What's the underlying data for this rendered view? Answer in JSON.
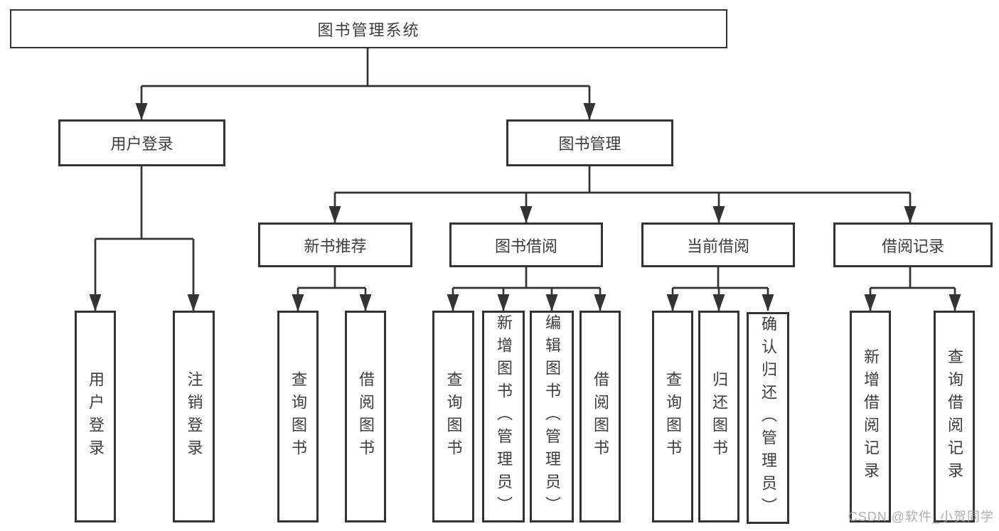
{
  "tree": {
    "label": "图书管理系统",
    "children": [
      {
        "label": "用户登录",
        "children": [
          {
            "label": "用户登录"
          },
          {
            "label": "注销登录"
          }
        ]
      },
      {
        "label": "图书管理",
        "children": [
          {
            "label": "新书推荐",
            "children": [
              {
                "label": "查询图书"
              },
              {
                "label": "借阅图书"
              }
            ]
          },
          {
            "label": "图书借阅",
            "children": [
              {
                "label": "查询图书"
              },
              {
                "label": "新增图书（管理员）"
              },
              {
                "label": "编辑图书（管理员）"
              },
              {
                "label": "借阅图书"
              }
            ]
          },
          {
            "label": "当前借阅",
            "children": [
              {
                "label": "查询图书"
              },
              {
                "label": "归还图书"
              },
              {
                "label": "确认归还（管理员）"
              }
            ]
          },
          {
            "label": "借阅记录",
            "children": [
              {
                "label": "新增借阅记录"
              },
              {
                "label": "查询借阅记录"
              }
            ]
          }
        ]
      }
    ]
  },
  "watermark": {
    "text": "CSDN @软件_小贺同学"
  },
  "colors": {
    "line": "#333333",
    "text": "#3d3d3d",
    "watermark": "#a0a0a6"
  }
}
